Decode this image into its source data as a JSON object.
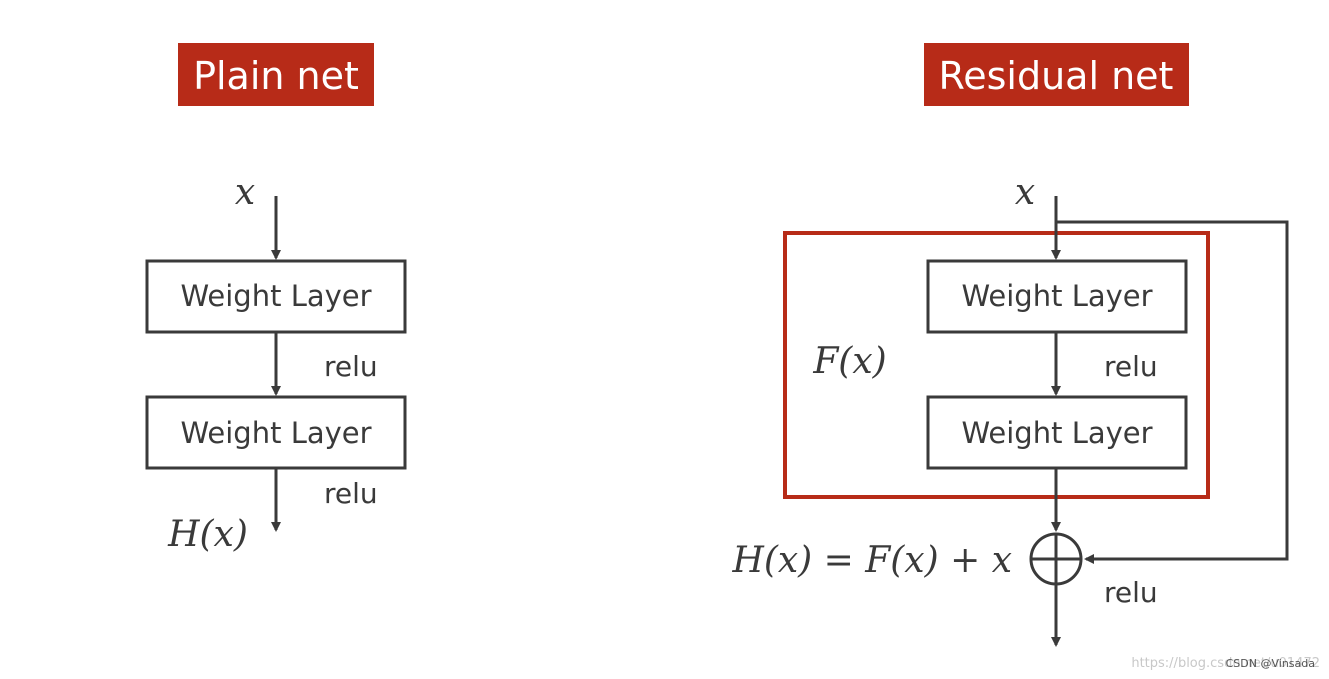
{
  "colors": {
    "title_bg": "#b72b18",
    "residual_box": "#b72b18",
    "line": "#3a3a3a",
    "text": "#3a3a3a"
  },
  "plain_net": {
    "title": "Plain net",
    "input": "x",
    "layer1": "Weight Layer",
    "relu1": "relu",
    "layer2": "Weight Layer",
    "relu2": "relu",
    "output": "H(x)"
  },
  "residual_net": {
    "title": "Residual net",
    "input": "x",
    "block_label": "F(x)",
    "layer1": "Weight Layer",
    "relu1": "relu",
    "layer2": "Weight Layer",
    "sum_equation": "H(x) = F(x) + x",
    "relu2": "relu"
  },
  "watermark": {
    "url_text": "https://blog.csdn.net/u01472",
    "credit": "CSDN @Vinsada"
  }
}
